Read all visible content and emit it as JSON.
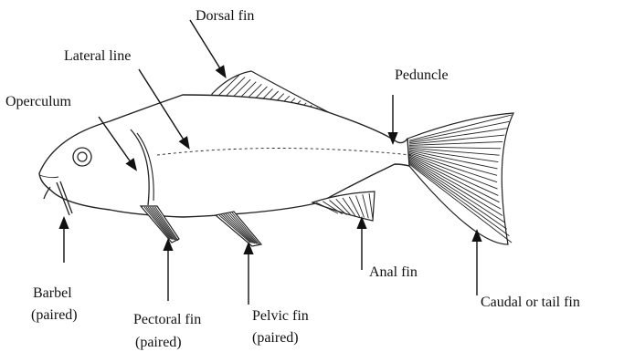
{
  "labels": {
    "dorsal_fin": "Dorsal fin",
    "lateral_line": "Lateral line",
    "peduncle": "Peduncle",
    "operculum": "Operculum",
    "barbel_line1": "Barbel",
    "barbel_line2": "(paired)",
    "pectoral_line1": "Pectoral fin",
    "pectoral_line2": "(paired)",
    "pelvic_line1": "Pelvic fin",
    "pelvic_line2": "(paired)",
    "anal_fin": "Anal fin",
    "caudal_fin": "Caudal or tail fin"
  }
}
